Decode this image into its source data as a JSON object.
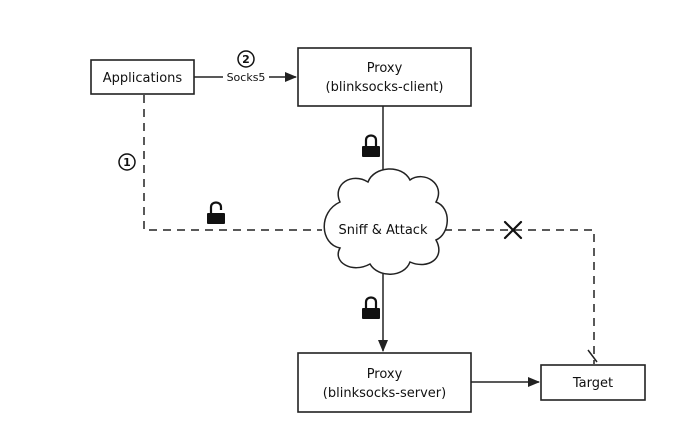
{
  "nodes": {
    "applications": "Applications",
    "proxy_client": {
      "line1": "Proxy",
      "line2": "(blinksocks-client)"
    },
    "proxy_server": {
      "line1": "Proxy",
      "line2": "(blinksocks-server)"
    },
    "target": "Target",
    "cloud": "Sniff & Attack"
  },
  "edges": {
    "socks5_label": "Socks5"
  },
  "steps": {
    "step1": "1",
    "step2": "2"
  },
  "icons": {
    "lock_closed": "lock-icon",
    "lock_open": "unlock-icon",
    "cross": "cross-icon"
  },
  "colors": {
    "stroke": "#222222",
    "background": "#ffffff"
  }
}
